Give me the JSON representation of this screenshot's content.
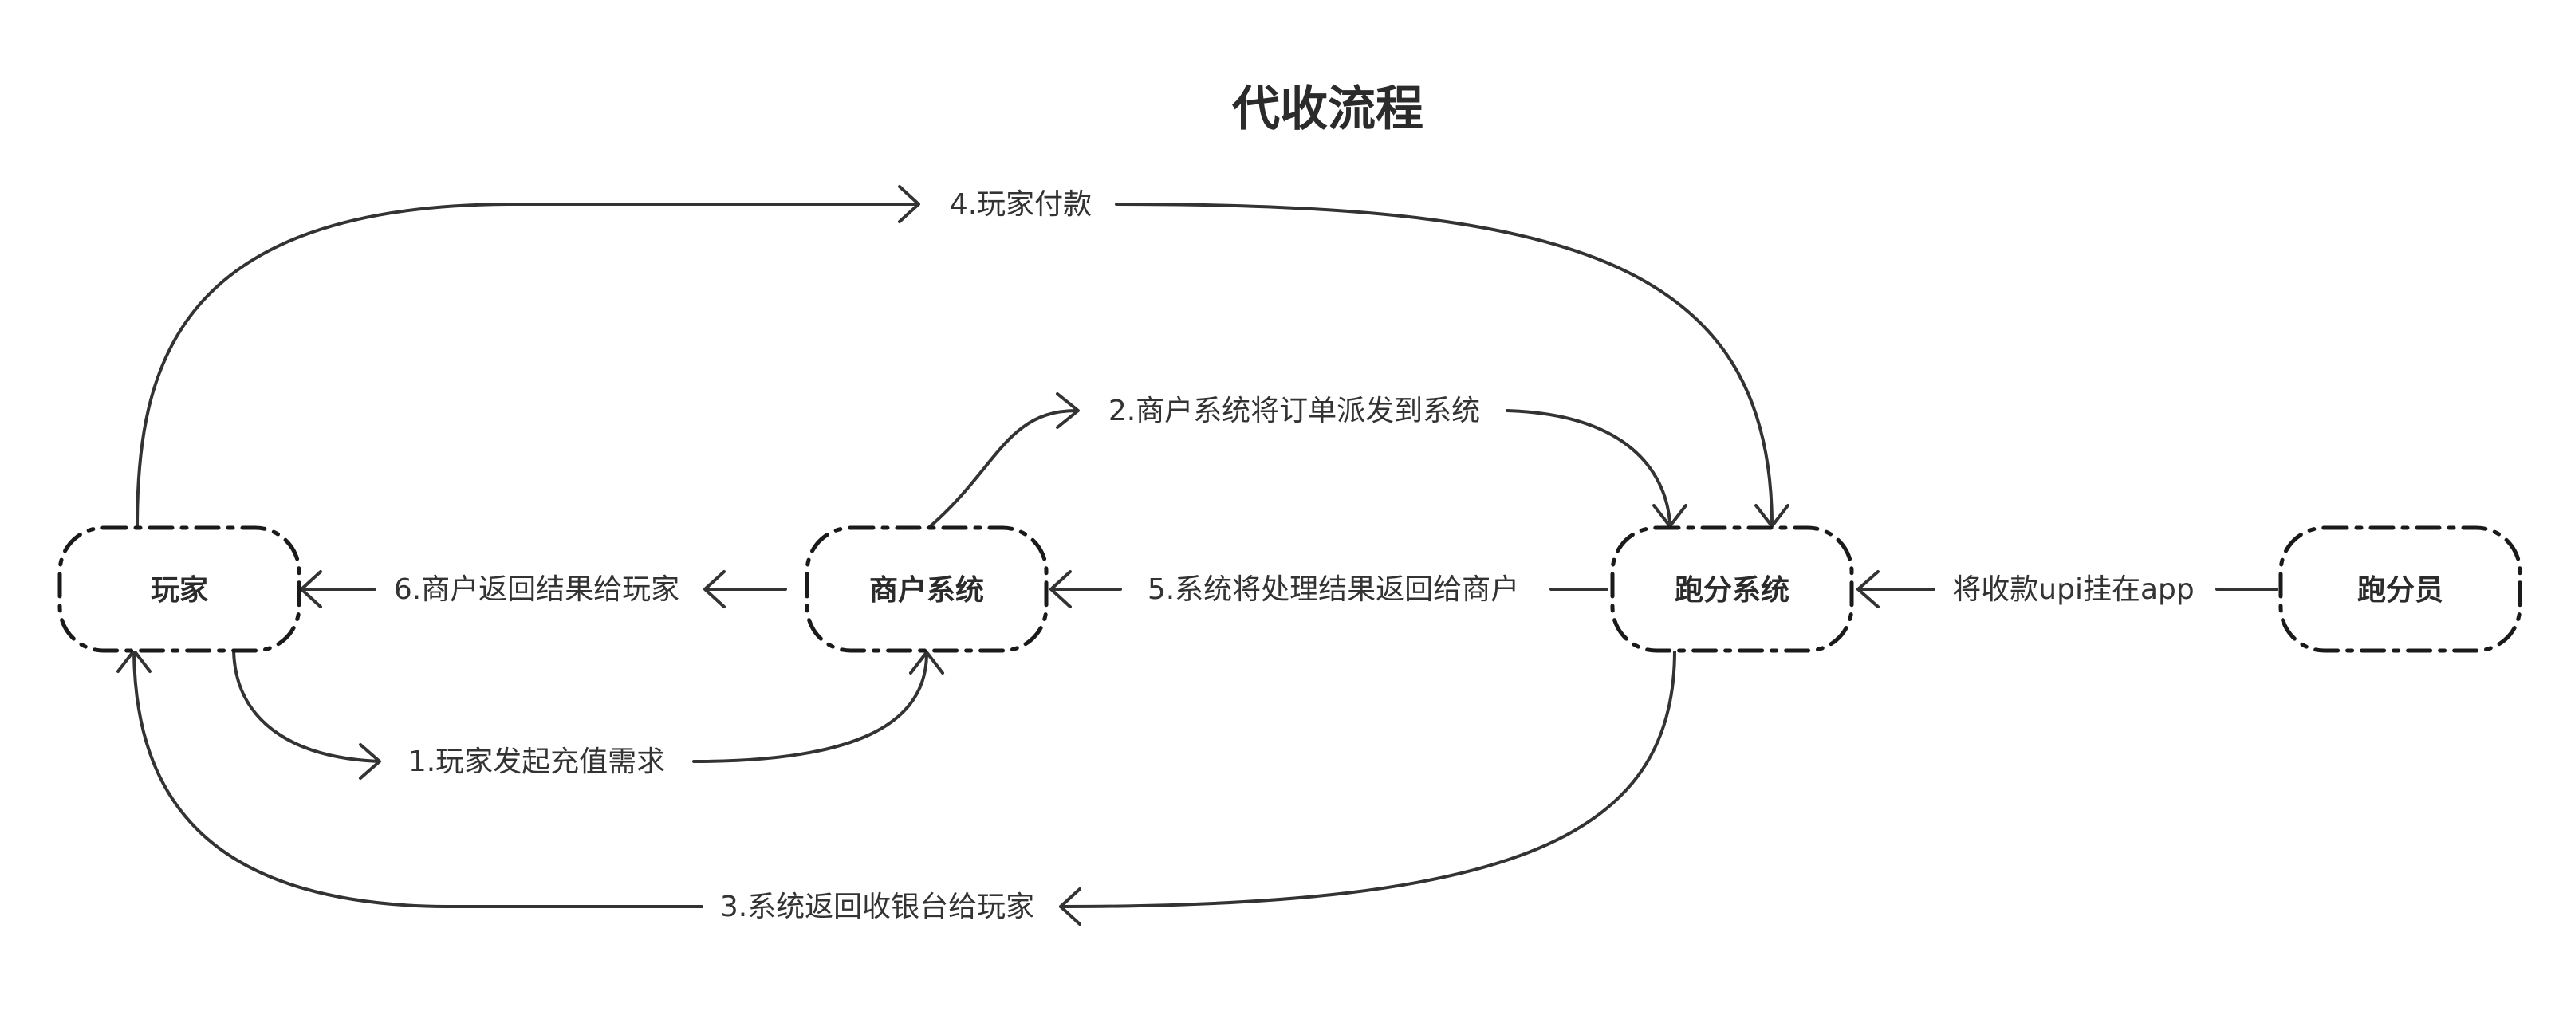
{
  "title": "代收流程",
  "colors": {
    "stroke": "#333333",
    "node_border": "#1a1a1a",
    "text": "#2b2b2b",
    "background": "#ffffff"
  },
  "nodes": {
    "player": "玩家",
    "merchant": "商户系统",
    "paofen": "跑分系统",
    "runner": "跑分员"
  },
  "edges": {
    "e1": "1.玩家发起充值需求",
    "e2": "2.商户系统将订单派发到系统",
    "e3": "3.系统返回收银台给玩家",
    "e4": "4.玩家付款",
    "e5": "5.系统将处理结果返回给商户",
    "e6": "6.商户返回结果给玩家",
    "e7": "将收款upi挂在app"
  }
}
